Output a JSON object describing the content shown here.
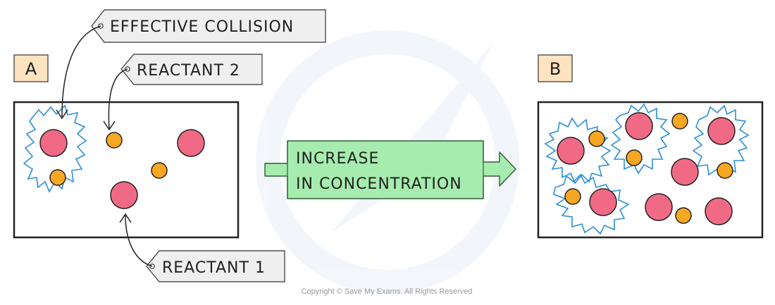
{
  "labels": {
    "effective_collision": "EFFECTIVE COLLISION",
    "reactant_2": "REACTANT 2",
    "reactant_1": "REACTANT 1"
  },
  "panels": {
    "a": "A",
    "b": "B"
  },
  "arrow": {
    "line1": "INCREASE",
    "line2": "IN CONCENTRATION"
  },
  "copyright": "Copyright © Save My Exams. All Rights Reserved",
  "colors": {
    "reactant_1": "#f06a86",
    "reactant_2": "#f7a722",
    "collision_outline": "#2b8fd6",
    "arrow_fill": "#a6ecae",
    "panel_label_bg": "#fde3c0",
    "tag_bg": "#efefef"
  }
}
